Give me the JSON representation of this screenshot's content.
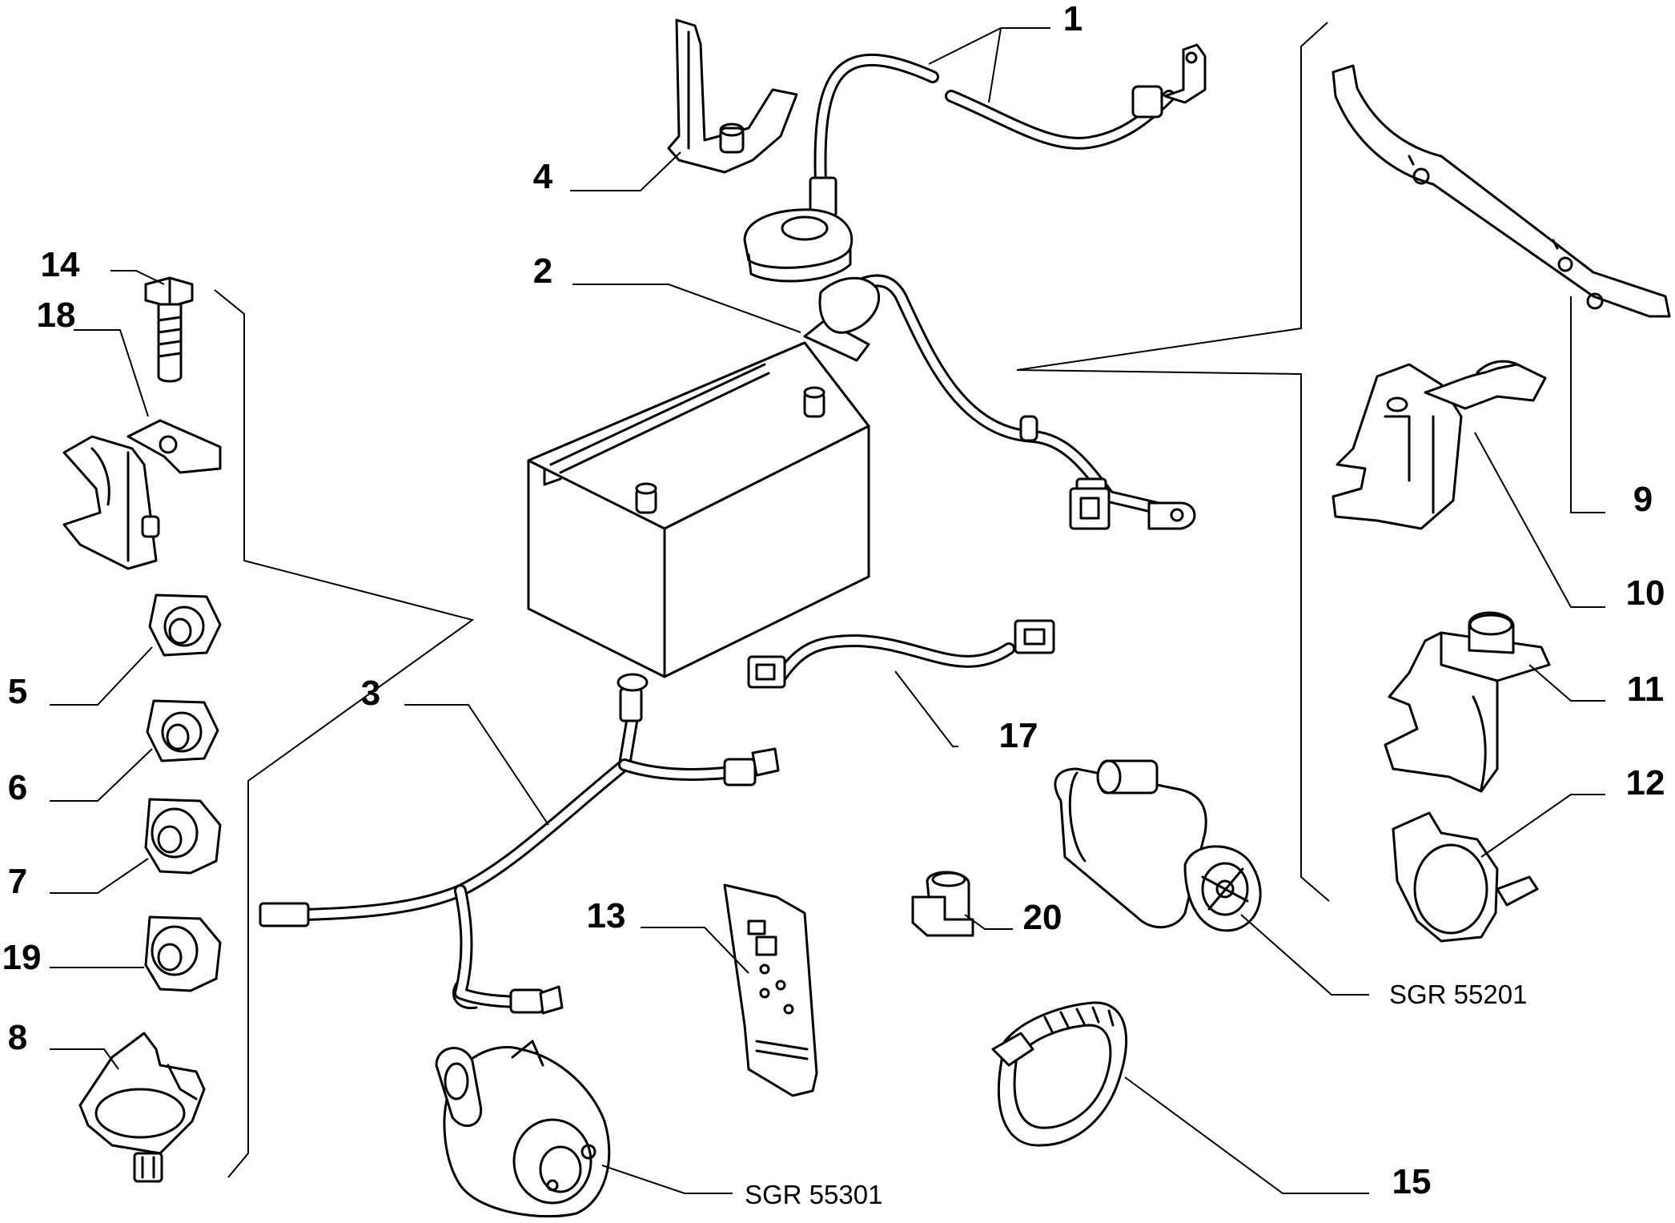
{
  "callouts": {
    "c1": "1",
    "c2": "2",
    "c3": "3",
    "c4": "4",
    "c5": "5",
    "c6": "6",
    "c7": "7",
    "c8": "8",
    "c9": "9",
    "c10": "10",
    "c11": "11",
    "c12": "12",
    "c13": "13",
    "c14": "14",
    "c15": "15",
    "c17": "17",
    "c18": "18",
    "c19": "19",
    "c20": "20"
  },
  "references": {
    "starter": "SGR 55201",
    "alternator": "SGR 55301"
  }
}
